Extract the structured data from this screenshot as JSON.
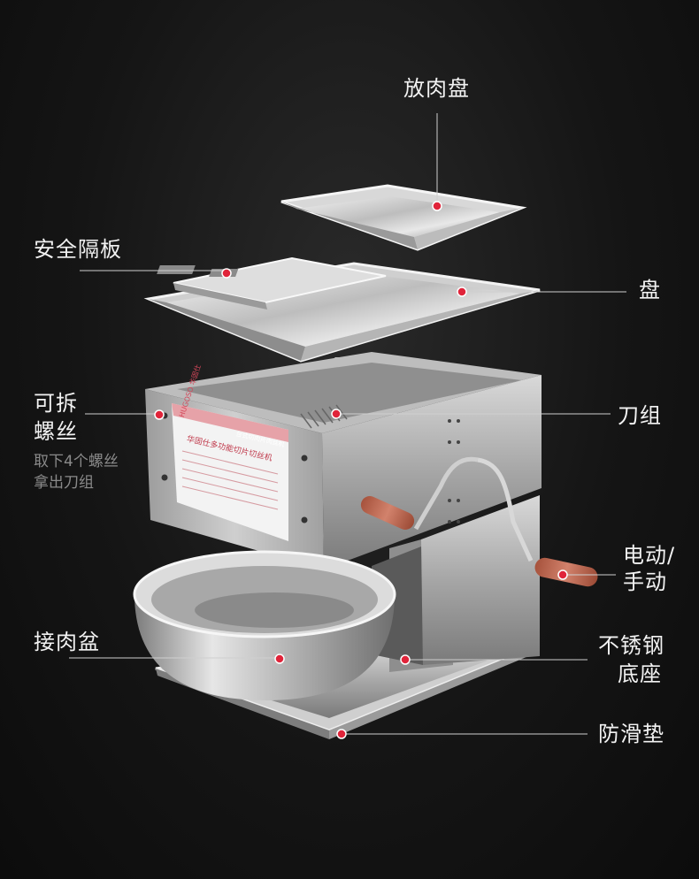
{
  "labels": {
    "meat_tray": "放肉盘",
    "safety_plate": "安全隔板",
    "tray": "盘",
    "screw_line1": "可拆",
    "screw_line2": "螺丝",
    "screw_note_line1": "取下4个螺丝",
    "screw_note_line2": "拿出刀组",
    "blade_set": "刀组",
    "power_line1": "电动/",
    "power_line2": "手动",
    "basin": "接肉盆",
    "base_line1": "不锈钢",
    "base_line2": "底座",
    "mat": "防滑垫"
  },
  "brand": {
    "logo": "HUGOSO 华固仕",
    "panel_title": "台式切肉片肉丝机",
    "panel_heading": "华固仕多功能切片切丝机"
  },
  "colors": {
    "background": "#151515",
    "marker": "#e0243a",
    "handle": "#c0604a",
    "steel_light": "#e6e6e6",
    "steel_dark": "#8c8c8c"
  }
}
